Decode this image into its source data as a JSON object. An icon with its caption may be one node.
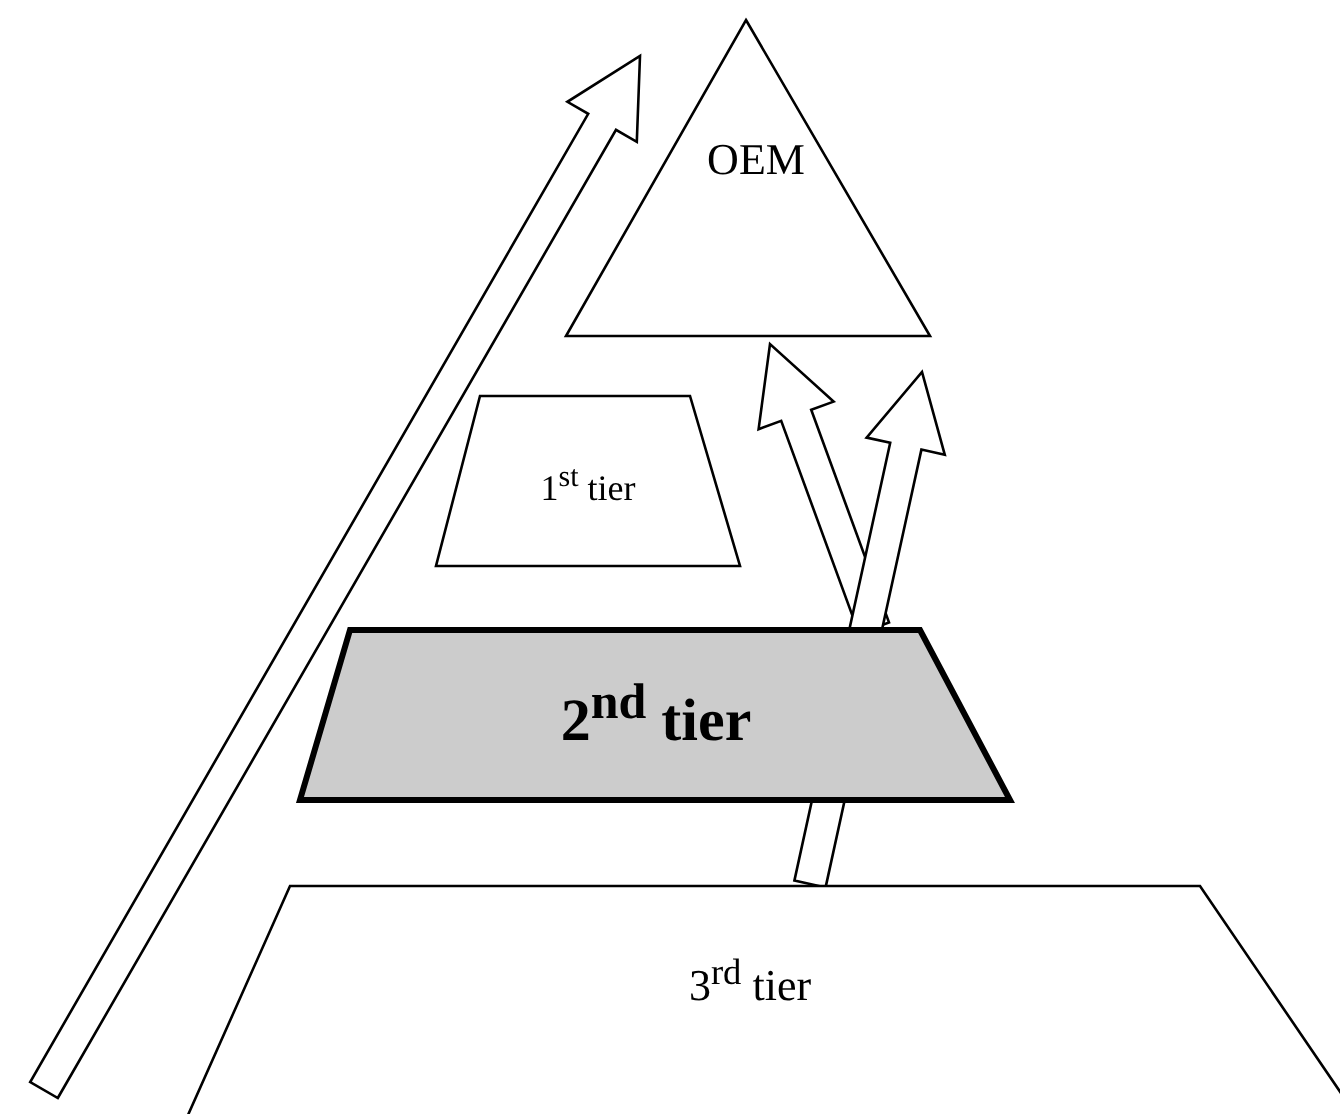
{
  "diagram": {
    "nodes": [
      {
        "text": [
          "OEM"
        ]
      },
      {
        "text": [
          "1$^{st}$ tier"
        ]
      },
      {
        "text": [
          "2$^{nd}$ tier"
        ]
      },
      {
        "text": [
          "3$^{rd}$ tier"
        ]
      }
    ],
    "edges": [
      {
        "from": 2,
        "to": 0,
        "arrow": "to"
      },
      {
        "from": 3,
        "to": 0,
        "arrow": "to"
      }
    ]
  }
}
